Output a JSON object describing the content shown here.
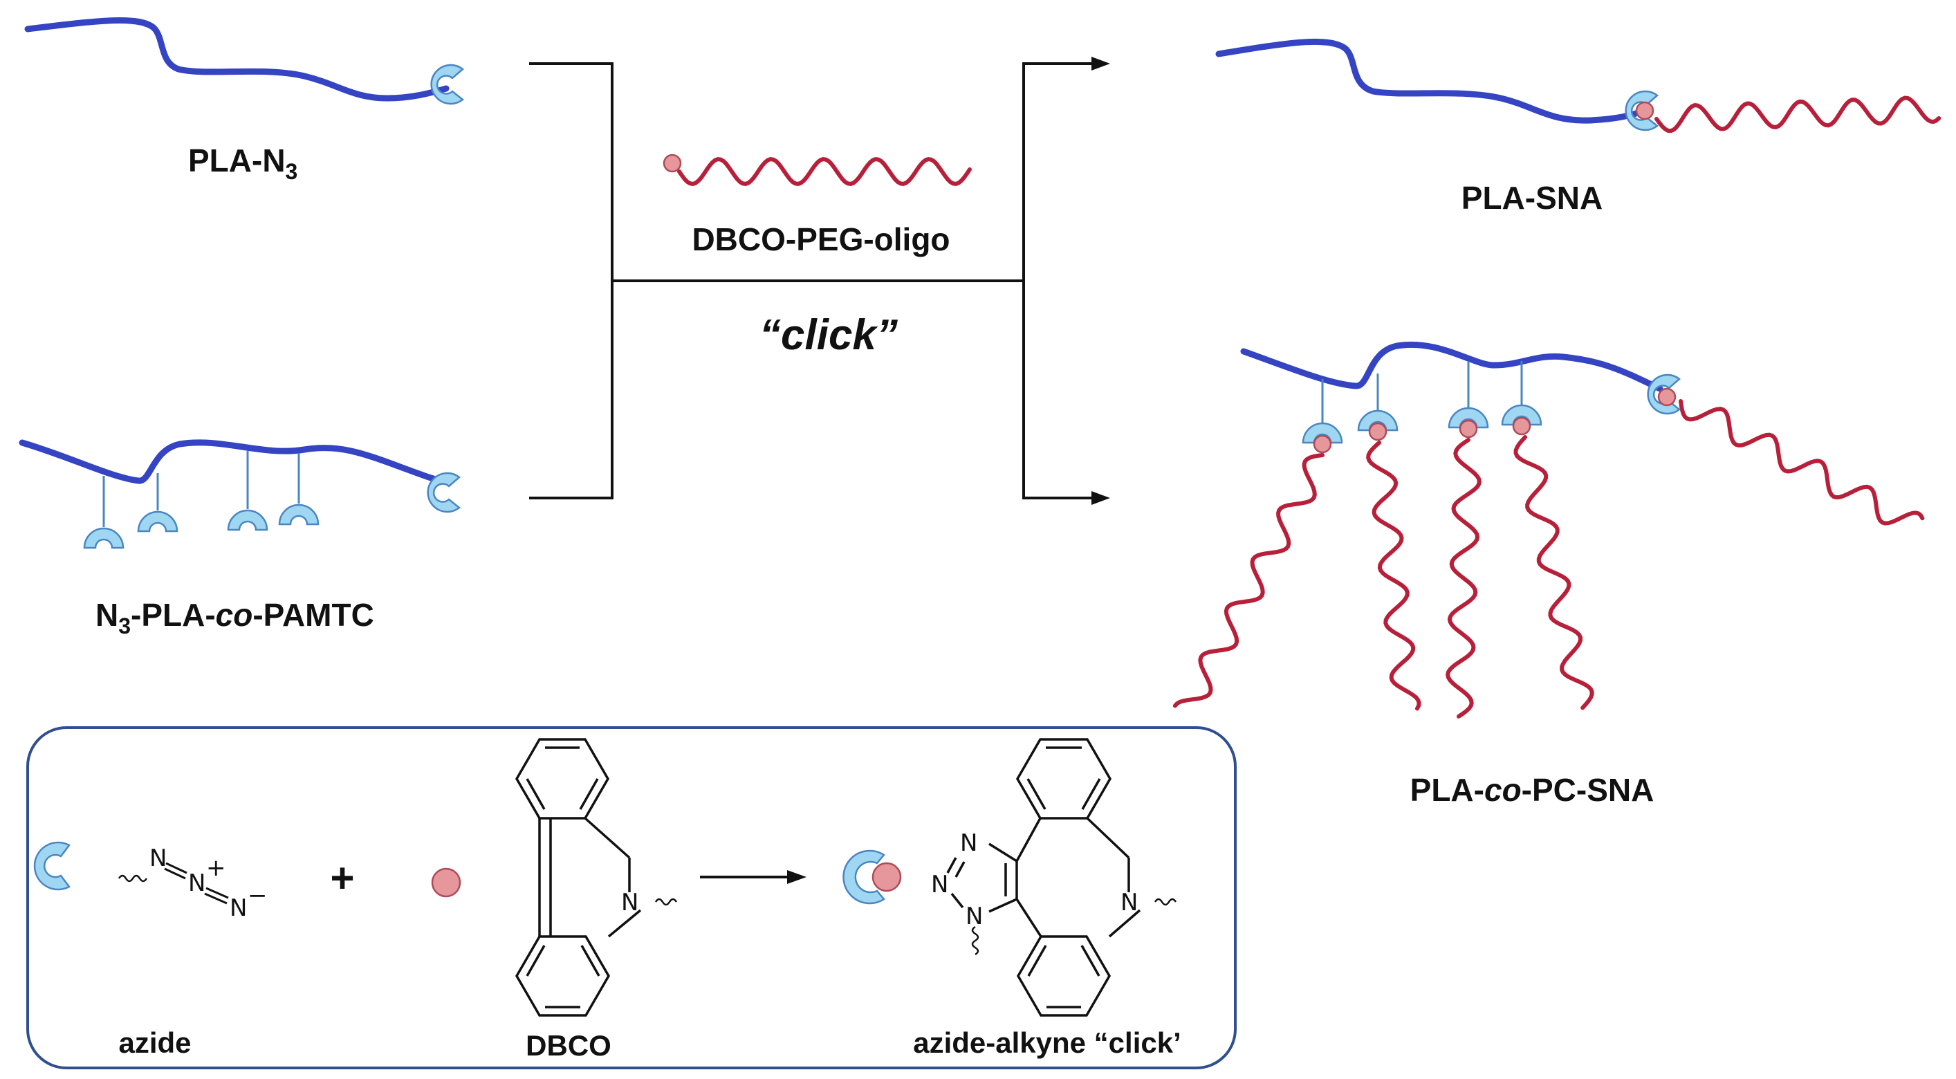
{
  "colors": {
    "polymer": "#3444C2",
    "oligo": "#B8203A",
    "azide_fill": "#9FD6F2",
    "azide_stroke": "#4A86C0",
    "dbco_fill": "#E5979C",
    "dbco_stroke": "#B04A58",
    "box_border": "#2F4F8F",
    "line": "#111111"
  },
  "labels": {
    "pla_n3_main": "PLA-N",
    "pla_n3_sub": "3",
    "n3_pla_sub": "3",
    "n3_pla_a": "-PLA-",
    "n3_pla_co": "co",
    "n3_pla_b": "-PAMTC",
    "reagent": "DBCO-PEG-oligo",
    "click": "“click”",
    "pla_sna": "PLA-SNA",
    "plapc_a": "PLA-",
    "plapc_co": "co",
    "plapc_b": "-PC-SNA"
  },
  "legend": {
    "azide": "azide",
    "dbco": "DBCO",
    "product": "azide-alkyne “click’",
    "plus": "+",
    "atom_n": "N",
    "charge_plus": "+",
    "charge_minus": "−"
  }
}
